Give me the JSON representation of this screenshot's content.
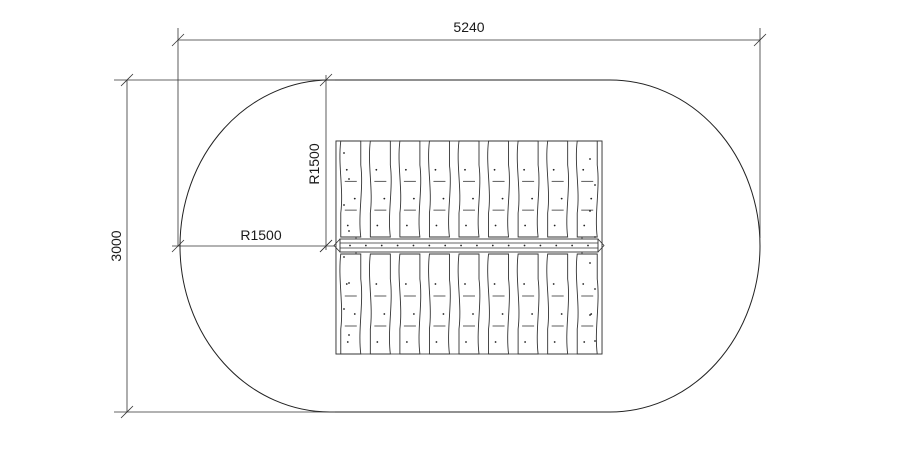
{
  "dimensions": {
    "overall_length": "5240",
    "overall_width": "3000",
    "radius_vertical": "R1500",
    "radius_horizontal": "R1500"
  },
  "colors": {
    "stroke": "#222222",
    "background": "#ffffff"
  }
}
